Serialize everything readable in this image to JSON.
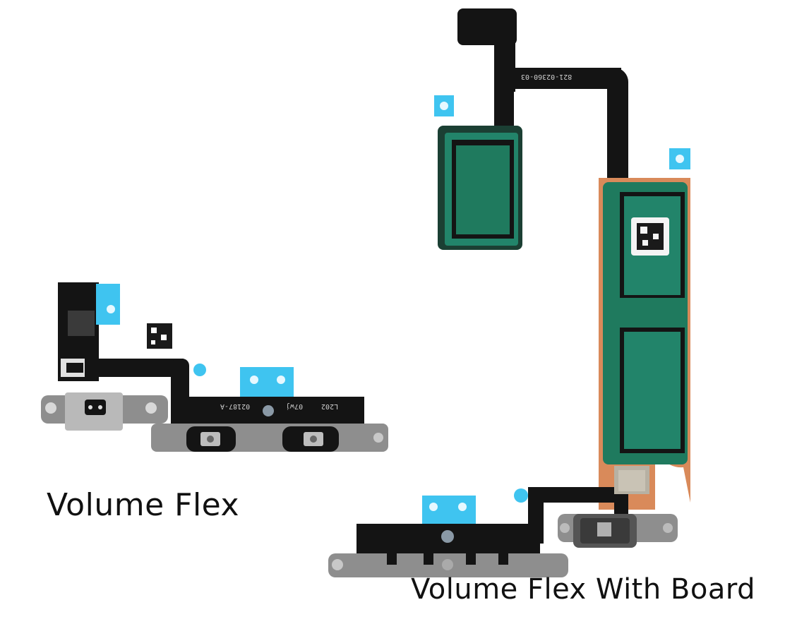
{
  "scene": {
    "description": "Product photo of two iPhone volume button flex cables on white background",
    "background_color": "#ffffff"
  },
  "labels": {
    "left": "Volume Flex",
    "right": "Volume Flex With Board"
  },
  "parts": {
    "volume_flex": {
      "markings": [
        "02187-A",
        "07wj",
        "L202"
      ]
    },
    "volume_flex_with_board": {
      "markings": [
        "821-02360-03"
      ]
    }
  },
  "colors": {
    "flex_black": "#141414",
    "adhesive_blue": "#3fc4f0",
    "bracket_gray": "#8e8e8e",
    "pcb_green": "#1f7a5e",
    "copper": "#d98a5a",
    "text": "#111111"
  }
}
